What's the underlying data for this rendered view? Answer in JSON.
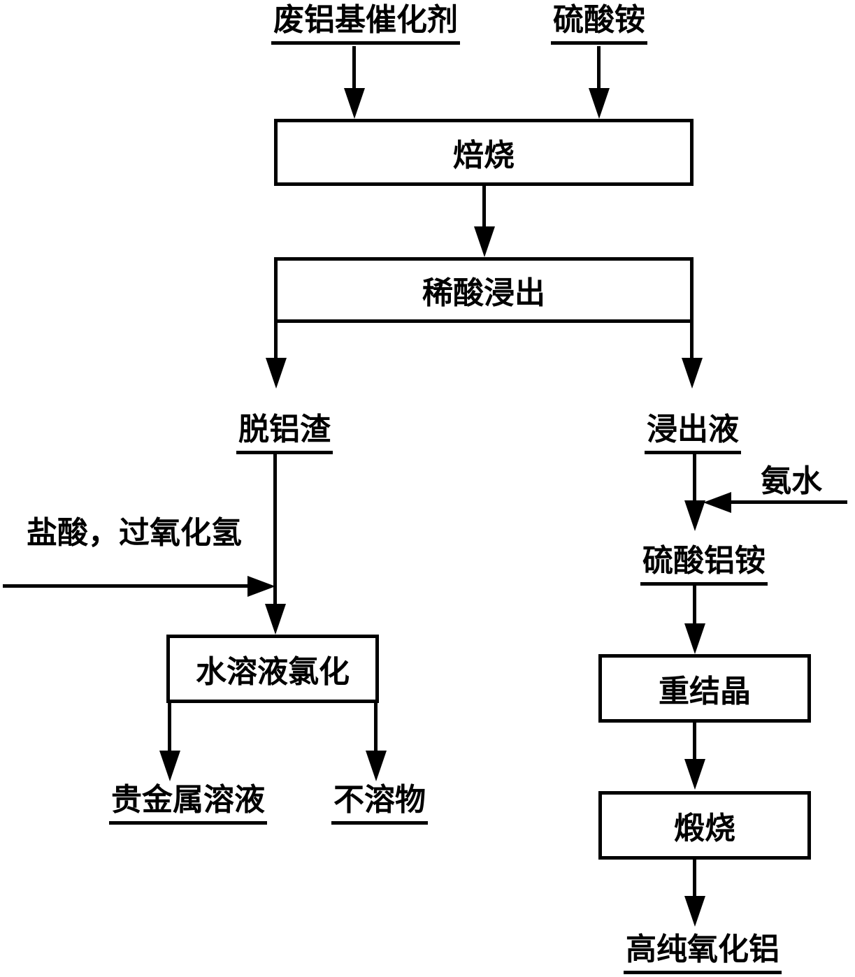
{
  "figure": {
    "type": "process-flow-diagram",
    "background_color": "#ffffff",
    "ink_color": "#000000"
  },
  "nodes": {
    "waste_catalyst": "废铝基催化剂",
    "ammonium_sulfate": "硫酸铵",
    "roasting": "焙烧",
    "dilute_acid_leaching": "稀酸浸出",
    "dealuminized_residue": "脱铝渣",
    "leachate": "浸出液",
    "hcl_h2o2": "盐酸，过氧化氢",
    "ammonia": "氨水",
    "aqueous_chlorination": "水溶液氯化",
    "aluminum_ammonium_sulfate": "硫酸铝铵",
    "precious_metal_solution": "贵金属溶液",
    "insoluble_matter": "不溶物",
    "recrystallization": "重结晶",
    "calcination": "煅烧",
    "high_purity_alumina": "高纯氧化铝"
  },
  "edges": [
    {
      "from": "waste_catalyst",
      "to": "roasting"
    },
    {
      "from": "ammonium_sulfate",
      "to": "roasting"
    },
    {
      "from": "roasting",
      "to": "dilute_acid_leaching"
    },
    {
      "from": "dilute_acid_leaching",
      "to": "dealuminized_residue"
    },
    {
      "from": "dilute_acid_leaching",
      "to": "leachate"
    },
    {
      "from": "dealuminized_residue",
      "to": "aqueous_chlorination"
    },
    {
      "from": "hcl_h2o2",
      "to": "aqueous_chlorination"
    },
    {
      "from": "aqueous_chlorination",
      "to": "precious_metal_solution"
    },
    {
      "from": "aqueous_chlorination",
      "to": "insoluble_matter"
    },
    {
      "from": "leachate",
      "to": "aluminum_ammonium_sulfate"
    },
    {
      "from": "ammonia",
      "to": "aluminum_ammonium_sulfate"
    },
    {
      "from": "aluminum_ammonium_sulfate",
      "to": "recrystallization"
    },
    {
      "from": "recrystallization",
      "to": "calcination"
    },
    {
      "from": "calcination",
      "to": "high_purity_alumina"
    }
  ]
}
